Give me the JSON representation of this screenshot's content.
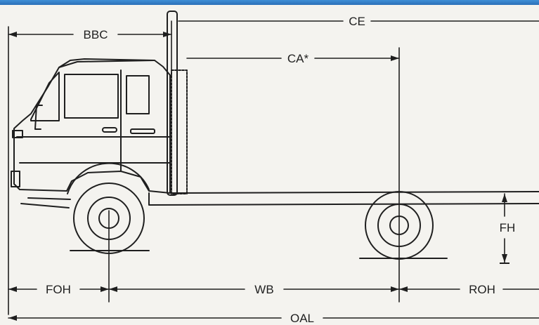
{
  "dimensions": {
    "bbc": "BBC",
    "ce": "CE",
    "ca": "CA*",
    "fh": "FH",
    "foh": "FOH",
    "wb": "WB",
    "roh": "ROH",
    "oal": "OAL"
  },
  "colors": {
    "accent_bar": "#2a6fb8",
    "line": "#1f1f1f",
    "paper": "#f4f3ef"
  }
}
